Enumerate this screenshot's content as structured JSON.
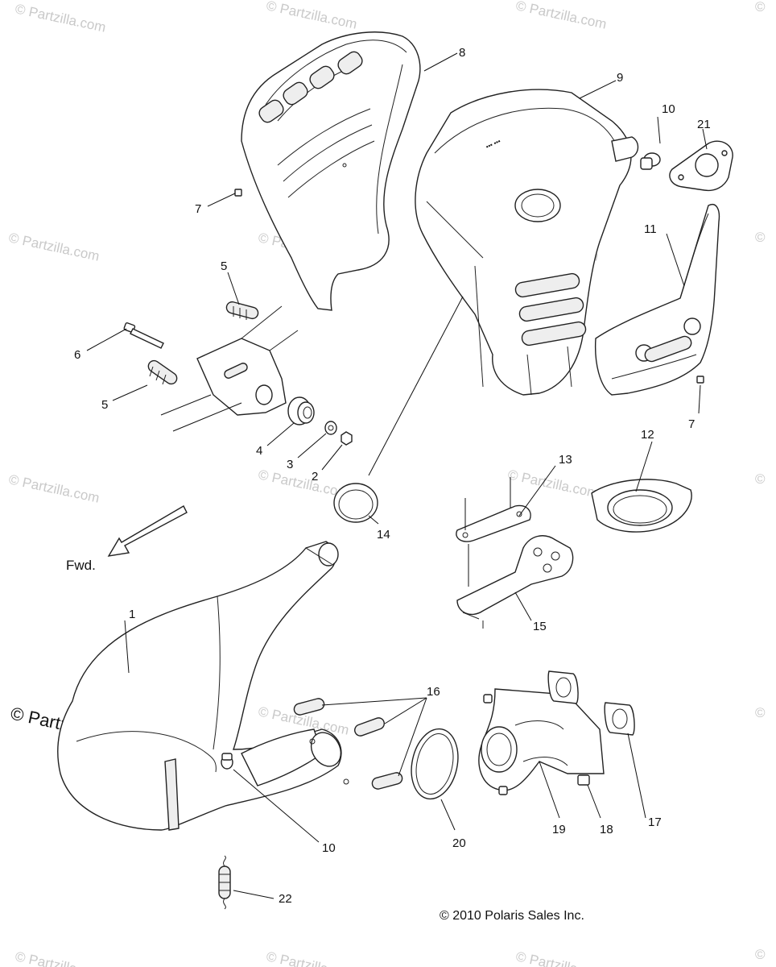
{
  "watermark": {
    "text": "© Partzilla.com",
    "main_text": "© Partzilla.com"
  },
  "direction_label": "Fwd.",
  "copyright": "© 2010 Polaris Sales Inc.",
  "callouts": {
    "c1": "1",
    "c2": "2",
    "c3": "3",
    "c4": "4",
    "c5a": "5",
    "c5b": "5",
    "c6": "6",
    "c7a": "7",
    "c7b": "7",
    "c8": "8",
    "c9": "9",
    "c10a": "10",
    "c10b": "10",
    "c11": "11",
    "c12": "12",
    "c13": "13",
    "c14": "14",
    "c15": "15",
    "c16": "16",
    "c17": "17",
    "c18": "18",
    "c19": "19",
    "c20": "20",
    "c21": "21",
    "c22": "22"
  }
}
